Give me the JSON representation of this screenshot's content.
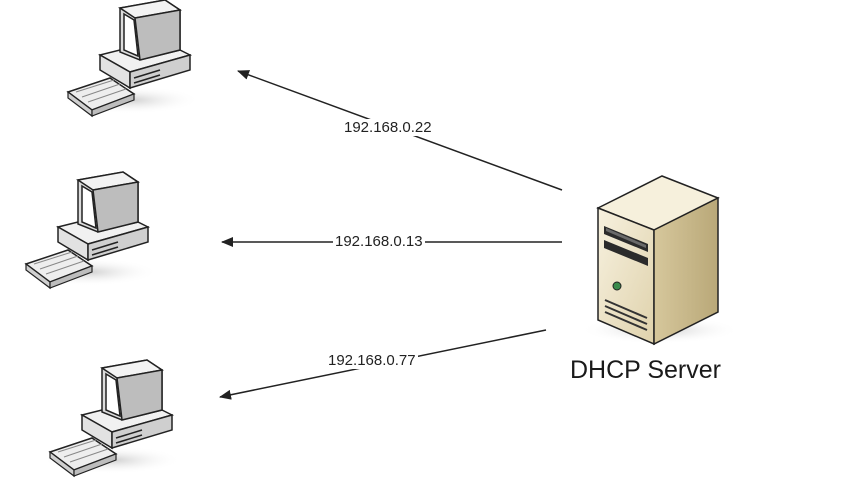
{
  "server": {
    "label": "DHCP Server",
    "icon": "server-tower-icon"
  },
  "clients": [
    {
      "ip": "192.168.0.22",
      "icon": "desktop-computer-icon"
    },
    {
      "ip": "192.168.0.13",
      "icon": "desktop-computer-icon"
    },
    {
      "ip": "192.168.0.77",
      "icon": "desktop-computer-icon"
    }
  ],
  "colors": {
    "line": "#222222",
    "beige_light": "#f4edd8",
    "beige_mid": "#dccfa8",
    "beige_dark": "#b8a77c",
    "screen": "#ffffff",
    "led": "#3a8a4c"
  }
}
